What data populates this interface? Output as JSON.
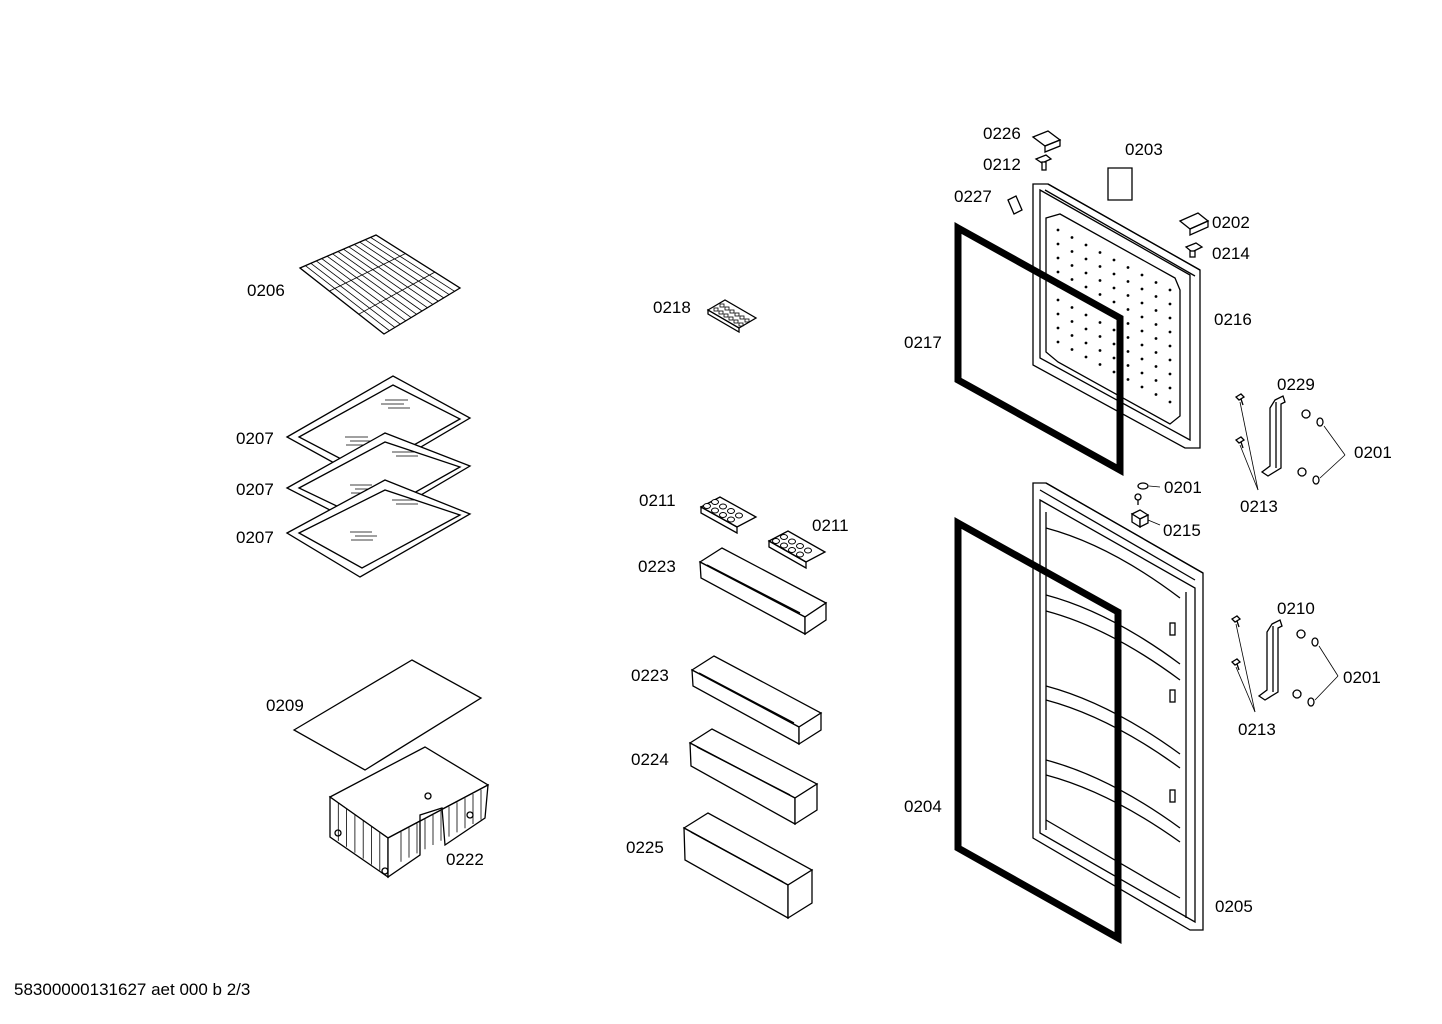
{
  "labels": {
    "l0206": "0206",
    "l0207a": "0207",
    "l0207b": "0207",
    "l0207c": "0207",
    "l0209": "0209",
    "l0222": "0222",
    "l0218": "0218",
    "l0211a": "0211",
    "l0211b": "0211",
    "l0223a": "0223",
    "l0223b": "0223",
    "l0224": "0224",
    "l0225": "0225",
    "l0226": "0226",
    "l0212": "0212",
    "l0203": "0203",
    "l0227": "0227",
    "l0202": "0202",
    "l0214": "0214",
    "l0216": "0216",
    "l0217": "0217",
    "l0229": "0229",
    "l0201a": "0201",
    "l0213a": "0213",
    "l0201b": "0201",
    "l0215": "0215",
    "l0210": "0210",
    "l0201c": "0201",
    "l0213b": "0213",
    "l0204": "0204",
    "l0205": "0205"
  },
  "footer": "58300000131627 aet 000 b 2/3"
}
